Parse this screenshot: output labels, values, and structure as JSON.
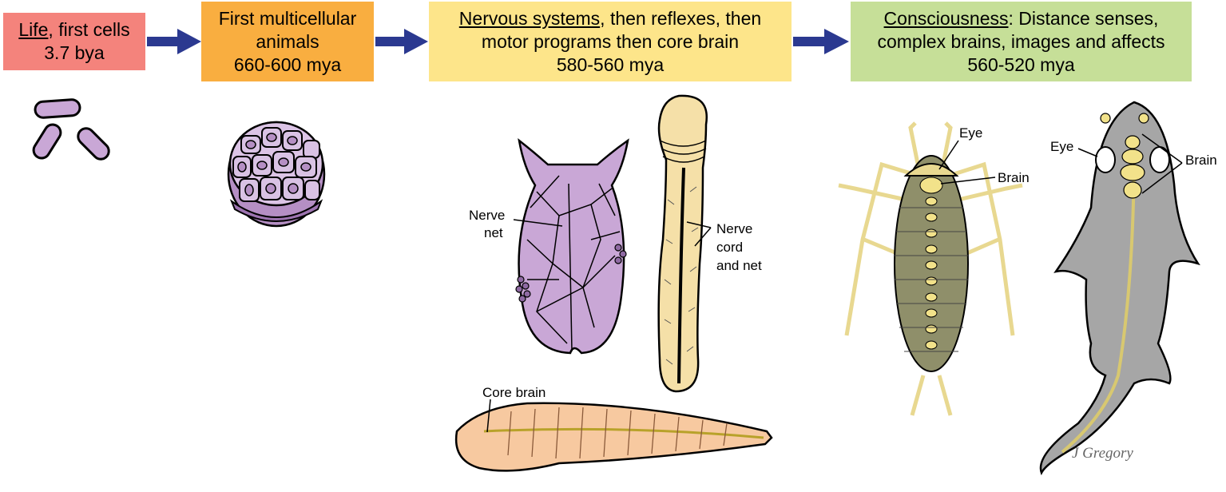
{
  "stages": [
    {
      "term": "Life",
      "rest": ", first cells",
      "date": "3.7 bya",
      "color": "#f4837c"
    },
    {
      "line1": "First multicellular",
      "line2": "animals",
      "date": "660-600 mya",
      "color": "#f9ae40"
    },
    {
      "term": "Nervous systems",
      "rest": ", then reflexes, then",
      "line2": "motor programs then core brain",
      "date": "580-560 mya",
      "color": "#fde58a"
    },
    {
      "term": "Consciousness",
      "rest": ": Distance senses,",
      "line2": "complex brains, images and affects",
      "date": "560-520 mya",
      "color": "#c6df98"
    }
  ],
  "labels": {
    "nerve_net_1": "Nerve",
    "nerve_net_2": "net",
    "nerve_cord_1": "Nerve",
    "nerve_cord_2": "cord",
    "nerve_cord_3": "and net",
    "core_brain": "Core brain",
    "insect_eye": "Eye",
    "insect_brain": "Brain",
    "fish_eye": "Eye",
    "fish_brain": "Brain"
  },
  "signature": "J Gregory",
  "colors": {
    "arrow": "#2b3990",
    "purple": "#c9a7d6",
    "tan": "#f5e0a8",
    "insect": "#8f8f6a",
    "fish": "#a6a6a6",
    "worm": "#f7c9a0"
  }
}
